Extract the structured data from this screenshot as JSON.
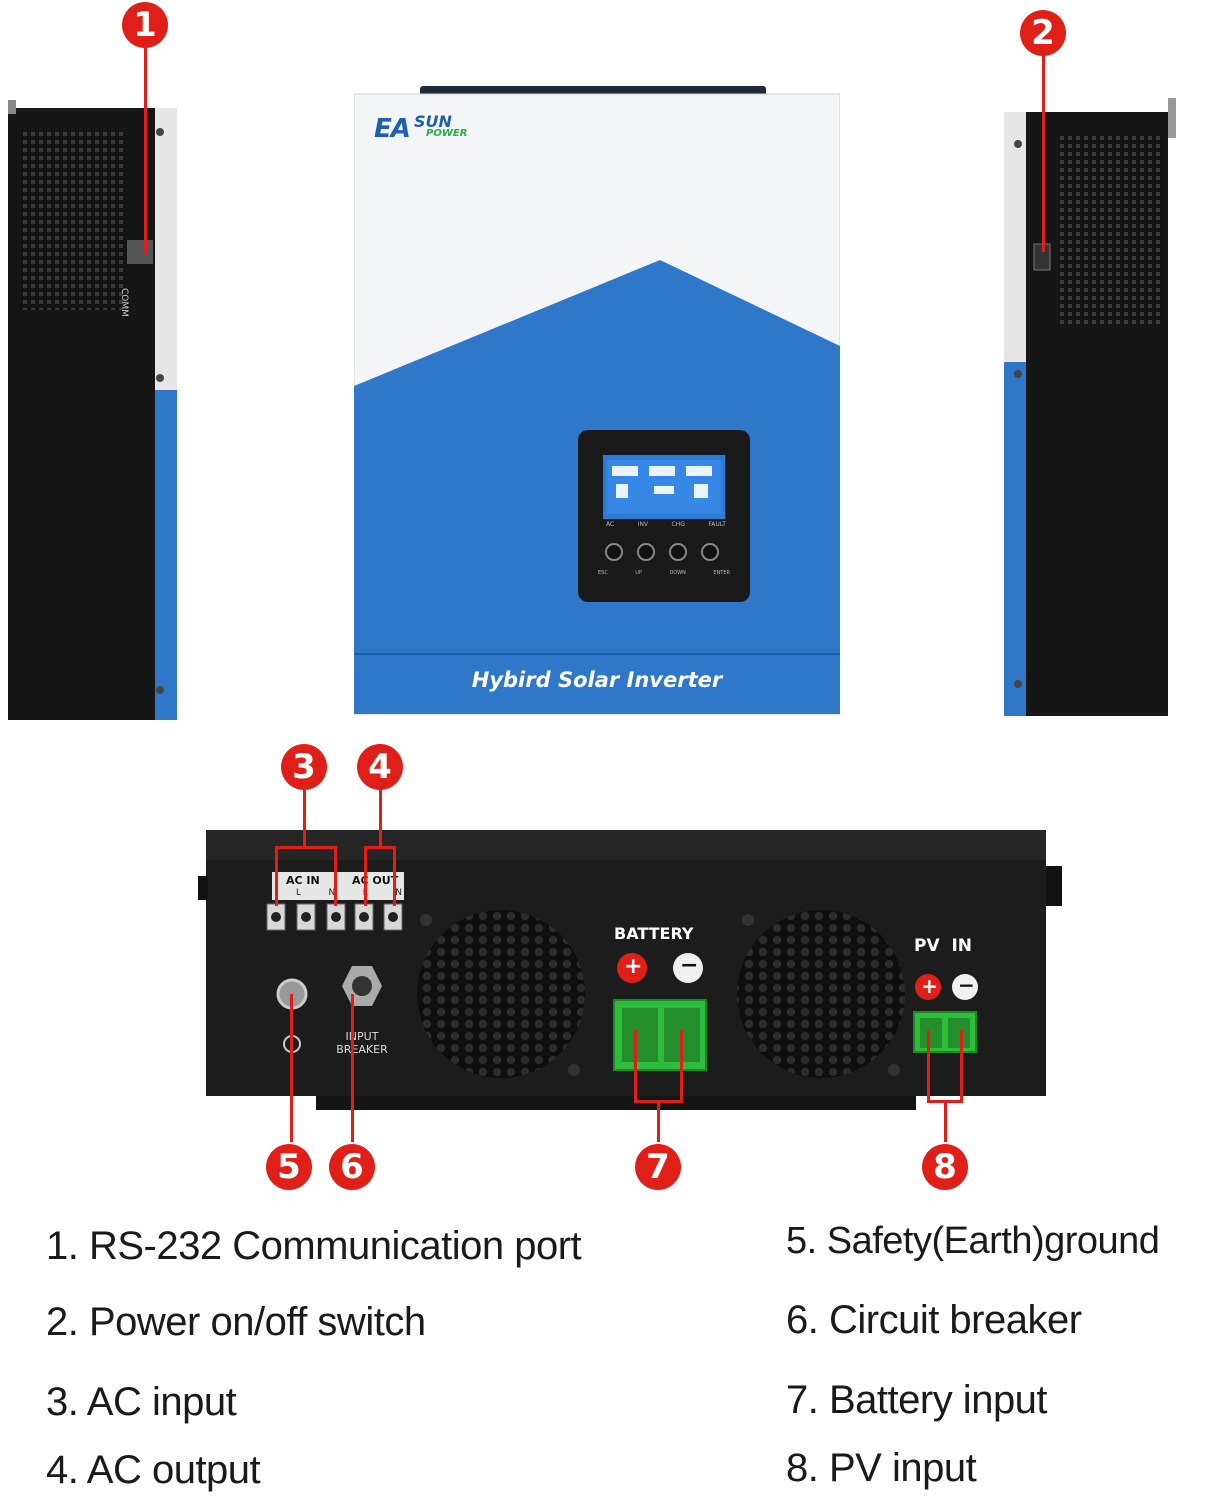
{
  "brand": {
    "name_ea": "EA",
    "name_sun": "SUN",
    "name_power": "POWER",
    "colors": {
      "blue": "#2f77c9",
      "dark": "#1b1b1b",
      "callout": "#e02018",
      "green": "#2dbd3a"
    }
  },
  "front_panel": {
    "product_label": "Hybird Solar Inverter",
    "lcd_status": [
      "AC",
      "INV",
      "CHG",
      "FAULT"
    ],
    "buttons": [
      "ESC",
      "UP",
      "DOWN",
      "ENTER"
    ]
  },
  "left_side": {
    "port_label": "COMM"
  },
  "bottom_panel": {
    "ac_in_label": "AC IN",
    "ac_out_label": "AC OUT",
    "terminal_marks": [
      "L",
      "N",
      "L",
      "N"
    ],
    "breaker_label_1": "INPUT",
    "breaker_label_2": "BREAKER",
    "battery_label": "BATTERY",
    "pv_label": "PV  IN",
    "plus": "+",
    "minus": "−"
  },
  "callouts": [
    "1",
    "2",
    "3",
    "4",
    "5",
    "6",
    "7",
    "8"
  ],
  "legend": {
    "left": [
      "1. RS-232 Communication port",
      "2. Power on/off switch",
      "3. AC input",
      "4. AC output"
    ],
    "right": [
      "5. Safety(Earth)ground",
      "6. Circuit breaker",
      "7. Battery input",
      "8. PV input"
    ]
  }
}
